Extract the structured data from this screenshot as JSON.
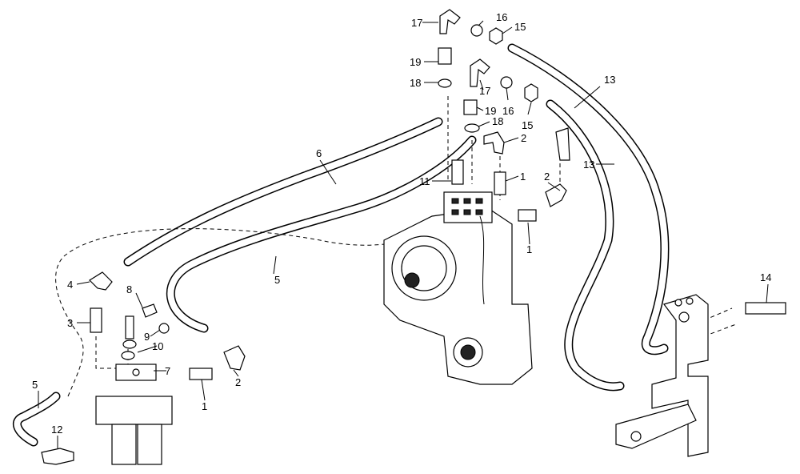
{
  "diagram": {
    "callouts": [
      {
        "id": "c17a",
        "text": "17"
      },
      {
        "id": "c16a",
        "text": "16"
      },
      {
        "id": "c15a",
        "text": "15"
      },
      {
        "id": "c19a",
        "text": "19"
      },
      {
        "id": "c18a",
        "text": "18"
      },
      {
        "id": "c17b",
        "text": "17"
      },
      {
        "id": "c16b",
        "text": "16"
      },
      {
        "id": "c15b",
        "text": "15"
      },
      {
        "id": "c19b",
        "text": "19"
      },
      {
        "id": "c18b",
        "text": "18"
      },
      {
        "id": "c13a",
        "text": "13"
      },
      {
        "id": "c13b",
        "text": "13"
      },
      {
        "id": "c2a",
        "text": "2"
      },
      {
        "id": "c6",
        "text": "6"
      },
      {
        "id": "c11",
        "text": "11"
      },
      {
        "id": "c1a",
        "text": "1"
      },
      {
        "id": "c2b",
        "text": "2"
      },
      {
        "id": "c1b",
        "text": "1"
      },
      {
        "id": "c5a",
        "text": "5"
      },
      {
        "id": "c4",
        "text": "4"
      },
      {
        "id": "c8",
        "text": "8"
      },
      {
        "id": "c3",
        "text": "3"
      },
      {
        "id": "c9",
        "text": "9"
      },
      {
        "id": "c10",
        "text": "10"
      },
      {
        "id": "c7",
        "text": "7"
      },
      {
        "id": "c2c",
        "text": "2"
      },
      {
        "id": "c1c",
        "text": "1"
      },
      {
        "id": "c5b",
        "text": "5"
      },
      {
        "id": "c12",
        "text": "12"
      },
      {
        "id": "c14",
        "text": "14"
      }
    ]
  }
}
